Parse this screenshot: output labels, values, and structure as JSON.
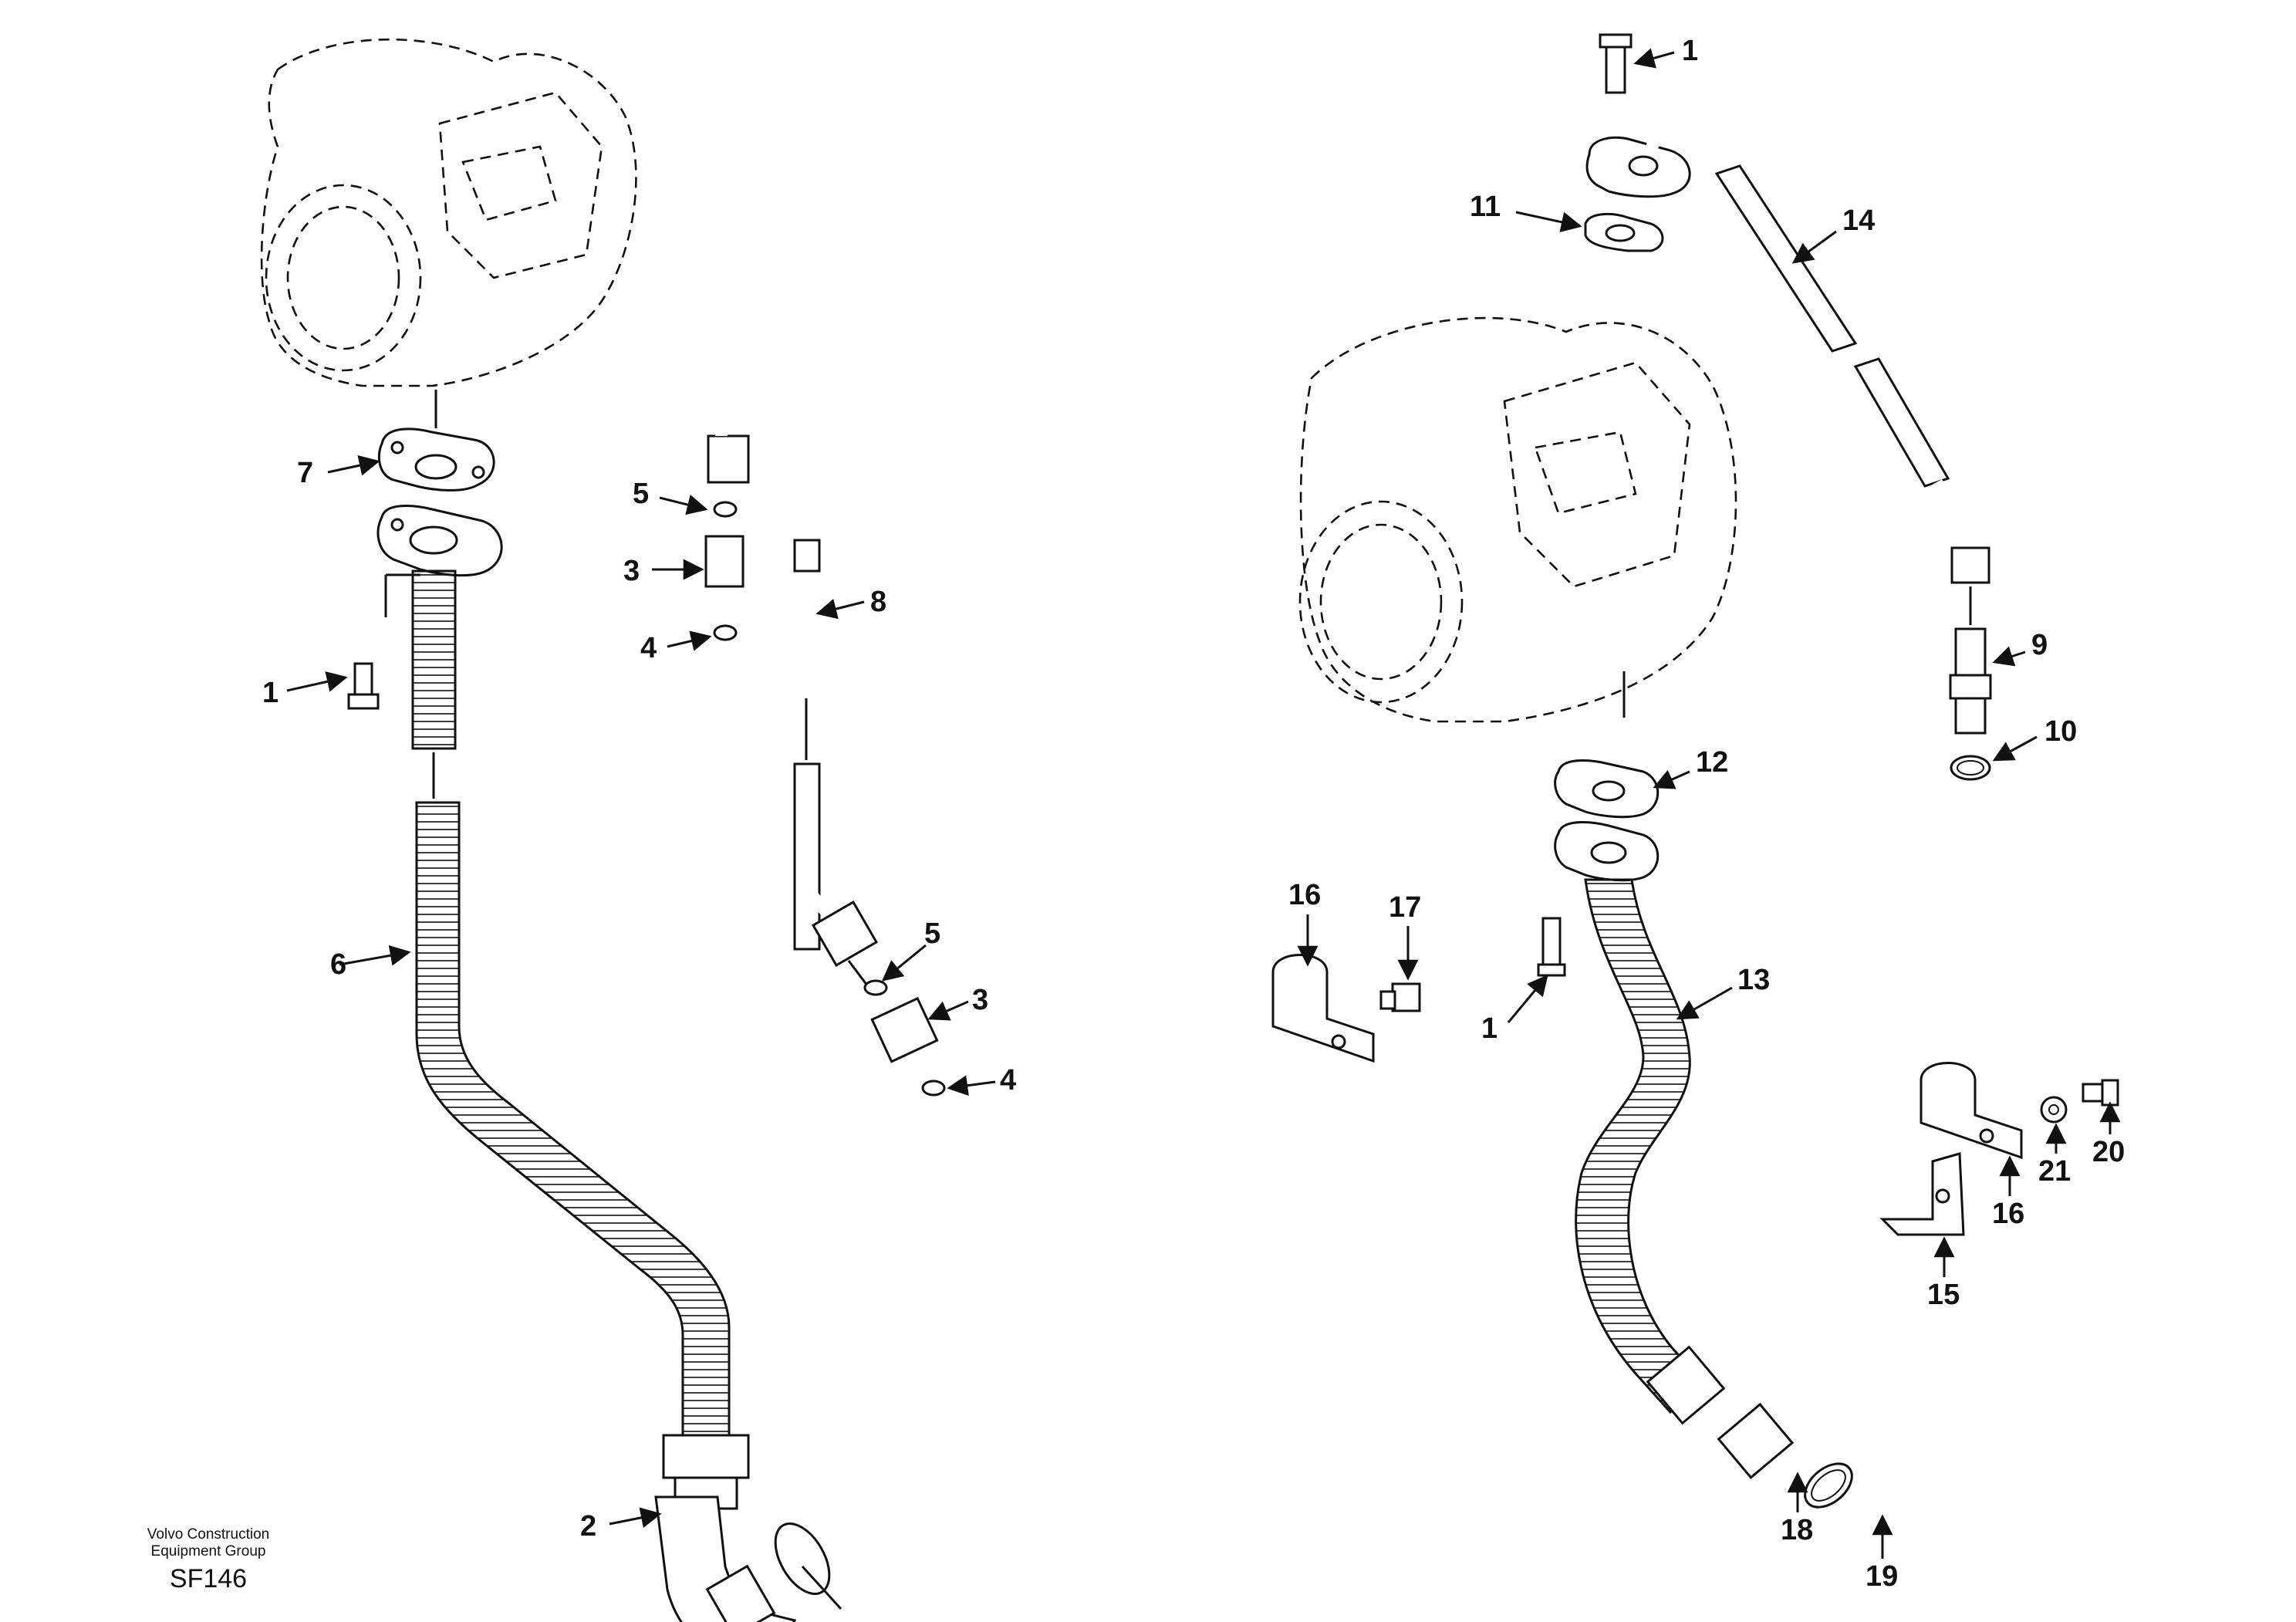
{
  "diagram": {
    "callouts": [
      {
        "id": "c1a",
        "text": "1"
      },
      {
        "id": "c2",
        "text": "2"
      },
      {
        "id": "c3a",
        "text": "3"
      },
      {
        "id": "c4a",
        "text": "4"
      },
      {
        "id": "c5a",
        "text": "5"
      },
      {
        "id": "c6",
        "text": "6"
      },
      {
        "id": "c7",
        "text": "7"
      },
      {
        "id": "c8",
        "text": "8"
      },
      {
        "id": "c5b",
        "text": "5"
      },
      {
        "id": "c3b",
        "text": "3"
      },
      {
        "id": "c4b",
        "text": "4"
      },
      {
        "id": "c1b",
        "text": "1"
      },
      {
        "id": "c11",
        "text": "11"
      },
      {
        "id": "c14",
        "text": "14"
      },
      {
        "id": "c9",
        "text": "9"
      },
      {
        "id": "c10",
        "text": "10"
      },
      {
        "id": "c12",
        "text": "12"
      },
      {
        "id": "c16a",
        "text": "16"
      },
      {
        "id": "c17",
        "text": "17"
      },
      {
        "id": "c13",
        "text": "13"
      },
      {
        "id": "c1c",
        "text": "1"
      },
      {
        "id": "c20",
        "text": "20"
      },
      {
        "id": "c21",
        "text": "21"
      },
      {
        "id": "c16b",
        "text": "16"
      },
      {
        "id": "c15",
        "text": "15"
      },
      {
        "id": "c18",
        "text": "18"
      },
      {
        "id": "c19",
        "text": "19"
      }
    ]
  },
  "footer": {
    "company_line1": "Volvo Construction",
    "company_line2": "Equipment Group",
    "code": "SF146"
  },
  "colors": {
    "ink": "#111111",
    "paper": "#ffffff"
  }
}
